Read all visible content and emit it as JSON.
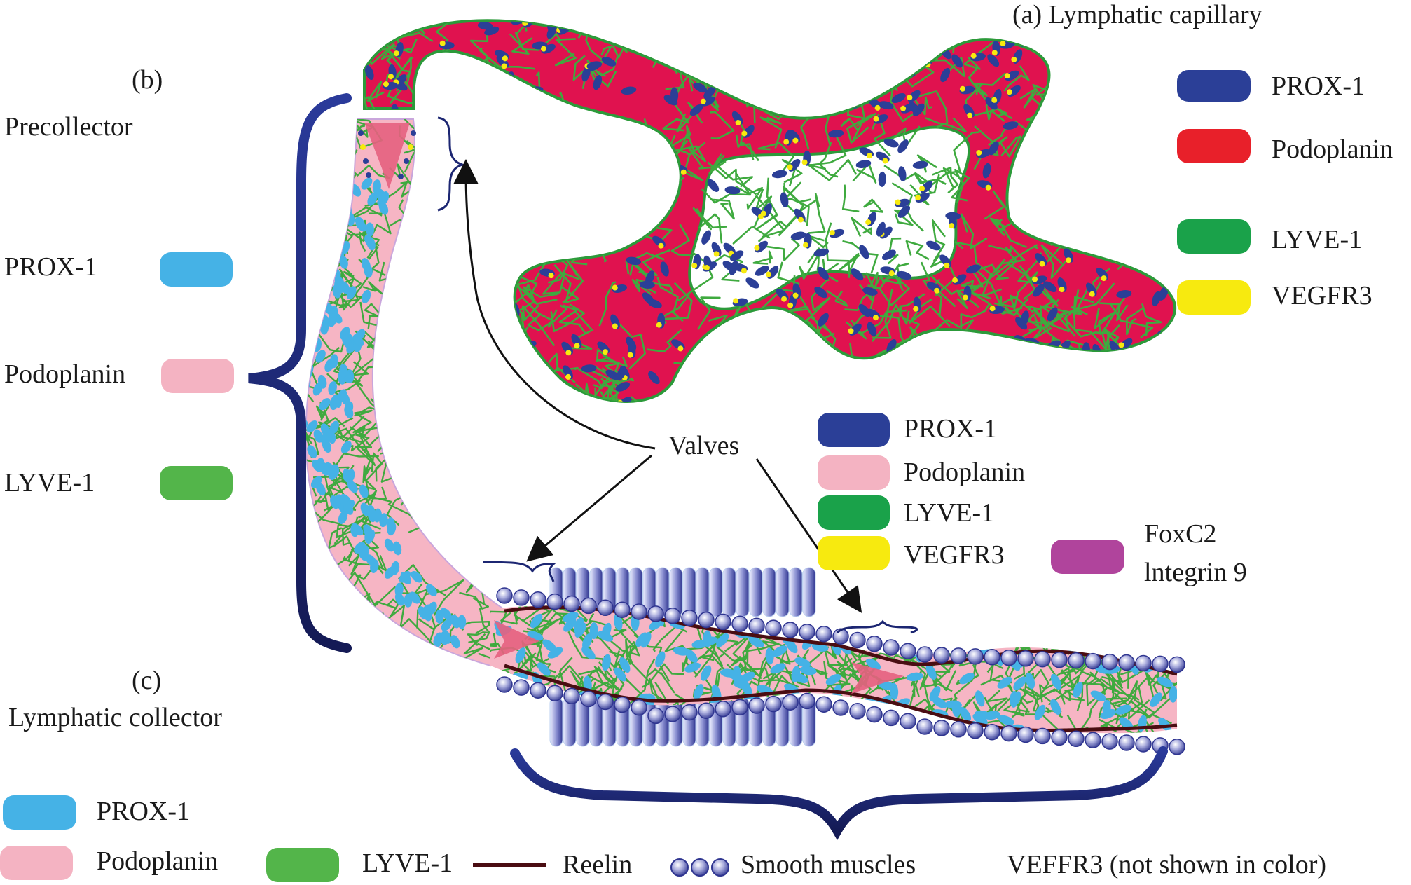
{
  "panel_a": {
    "title": "(a) Lymphatic capillary",
    "legend": [
      {
        "label": "PROX-1",
        "color": "#2b3f97"
      },
      {
        "label": "Podoplanin",
        "color": "#e8202a"
      },
      {
        "label": "LYVE-1",
        "color": "#1aa24a"
      },
      {
        "label": "VEGFR3",
        "color": "#f7ea0f"
      }
    ]
  },
  "panel_b": {
    "letter": "(b)",
    "title": "Precollector",
    "legend": [
      {
        "label": "PROX-1",
        "color": "#45b2e6"
      },
      {
        "label": "Podoplanin",
        "color": "#f4b3c2"
      },
      {
        "label": "LYVE-1",
        "color": "#53b54a"
      }
    ]
  },
  "panel_c": {
    "letter": "(c)",
    "title": "Lymphatic collector",
    "legend": [
      {
        "label": "PROX-1",
        "color": "#45b2e6"
      },
      {
        "label": "Podoplanin",
        "color": "#f4b3c2"
      },
      {
        "label": "LYVE-1",
        "color": "#53b54a"
      },
      {
        "label": "Reelin",
        "color": "#4a0d12"
      },
      {
        "label": "Smooth muscles",
        "color": "#7b7fc4"
      },
      {
        "label": "VEFFR3 (not shown in color)"
      }
    ]
  },
  "valves": {
    "label": "Valves",
    "legend": [
      {
        "label": "PROX-1",
        "color": "#2b3f97"
      },
      {
        "label": "Podoplanin",
        "color": "#f4b3c2"
      },
      {
        "label": "LYVE-1",
        "color": "#1aa24a"
      },
      {
        "label": "VEGFR3",
        "color": "#f7ea0f"
      },
      {
        "label": "FoxC2",
        "color": "#b0449c"
      },
      {
        "label": "lntegrin 9"
      }
    ]
  },
  "colors": {
    "capillary_fill": "#e0124f",
    "collector_fill": "#f6b5c4",
    "net_green": "#3faa3f",
    "prox_dark": "#2b3f97",
    "prox_light": "#45b2e6",
    "valve_pink": "#e5607f",
    "brace": "#1c2672",
    "muscle": "#7b7fc4"
  }
}
